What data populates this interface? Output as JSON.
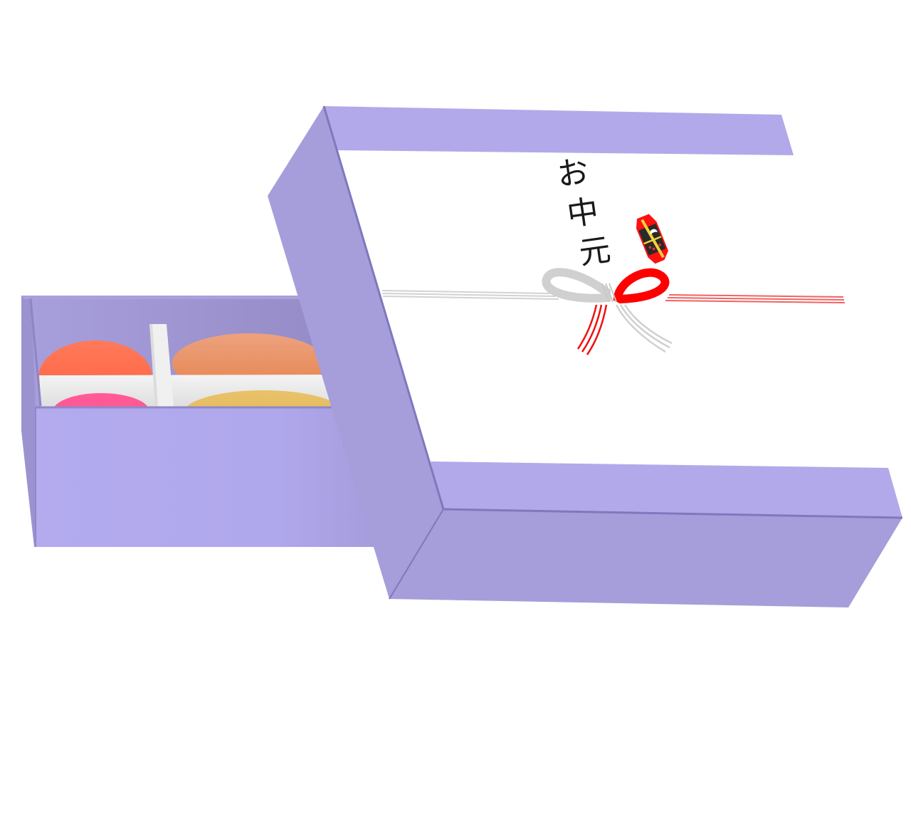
{
  "scene": {
    "title": "Ochugen gift box with lid removed",
    "noshi": {
      "chars": [
        "お",
        "中",
        "元"
      ]
    },
    "colors": {
      "lid_top_band": "#b2a9ea",
      "lid_side": "#a59eda",
      "lid_edge_line": "#7f78bd",
      "lid_paper": "#ffffff",
      "box_front": "#b2aaee",
      "box_side": "#9a91cf",
      "box_inner": "#a79cd8",
      "divider": "#ececec",
      "mizuhiki_red": "#ff0000",
      "mizuhiki_silver": "#d0d0d0",
      "sweet_top_left": "#ff6a48",
      "sweet_top_right": "#e99062",
      "sweet_bottom_left": "#ff5c9a",
      "sweet_bottom_right": "#e6bf60"
    }
  }
}
